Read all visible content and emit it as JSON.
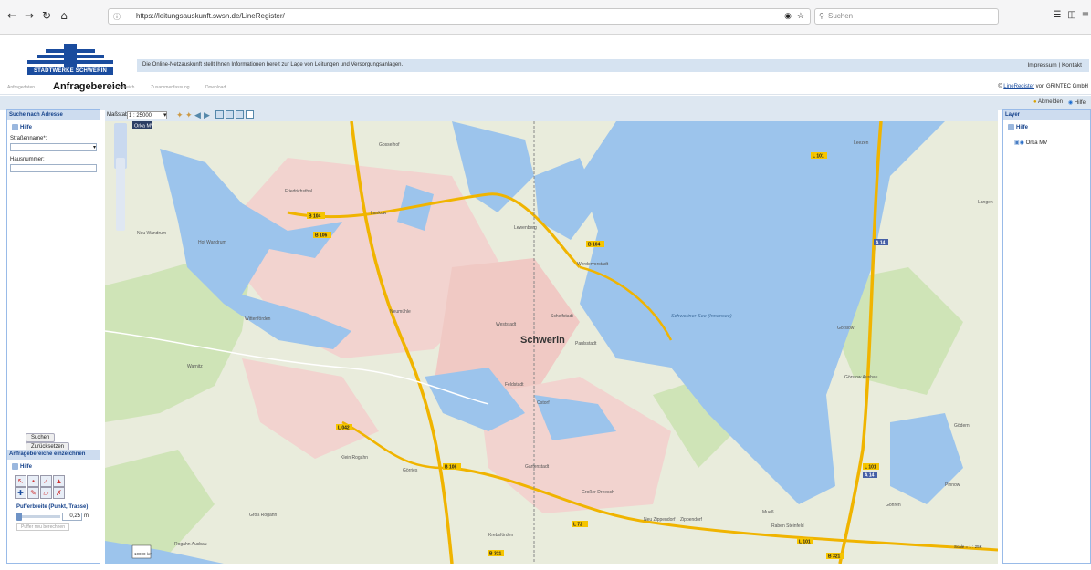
{
  "browser": {
    "url": "https://leitungsauskunft.swsn.de/LineRegister/",
    "search_placeholder": "Suchen"
  },
  "header": {
    "logo_text": "STADTWERKE SCHWERIN",
    "info": "Die Online-Netzauskunft stellt Ihnen Informationen bereit zur Lage von Leitungen und Versorgungsanlagen.",
    "impressum": "Impressum | Kontakt"
  },
  "steps": {
    "s1": "Anfragedaten",
    "cur": "Anfragebereich",
    "s3": "Druckbereich",
    "s4": "Zusammenfassung",
    "s5": "Download"
  },
  "credit": {
    "product": "LineRegister",
    "by": "von GRINTEC GmbH"
  },
  "user": {
    "logout": "Abmelden",
    "help": "Hilfe"
  },
  "left": {
    "title": "Suche nach Adresse",
    "help": "Hilfe",
    "street_label": "Straßenname*:",
    "number_label": "Hausnummer:",
    "search": "Suchen",
    "reset": "Zurücksetzen",
    "draw_title": "Anfragebereiche einzeichnen",
    "draw_help": "Hilfe",
    "buffer_label": "Pufferbreite (Punkt, Trasse)",
    "buffer_value": "0,25",
    "buffer_unit": "m",
    "buffer_btn": "Puffer neu berechnen"
  },
  "map": {
    "scale_label": "Maßstab",
    "scale_value": "1 : 25000",
    "layer_tag": "Orka MV",
    "scalebar": "10000 km",
    "places": [
      "Schwerin",
      "Schweriner See (Innensee)",
      "Neu Wandrum",
      "Hof Wandrum",
      "Wittenförden",
      "Friedrichsthal",
      "Lankow",
      "Lewenberg",
      "Werdervorstadt",
      "Schelfstadt",
      "Zippendorf",
      "Großer Dreesch",
      "Görries",
      "Krebsförden",
      "Gödern",
      "Raben Steinfeld",
      "Leezen",
      "Gorslow",
      "Göhren",
      "Gosselhof",
      "Klein Rogahn",
      "Groß Rogahn",
      "Rogahn Ausbau",
      "Pinnow",
      "Görslow Ausbau",
      "Neumühle",
      "Weststadt",
      "Feldstadt",
      "Ostorf",
      "Paulsstadt",
      "Mueß",
      "Neu Zippendorf",
      "Gartenstadt",
      "Warnitz",
      "Langen"
    ],
    "roads": [
      "B 104",
      "B 106",
      "B 104",
      "L 042",
      "B 106",
      "L 72",
      "B 321",
      "A 14",
      "L 101",
      "A 14",
      "L 101",
      "L 101",
      "B 321"
    ],
    "lake_label": "Schweriner See (Innensee)",
    "copyright": "Scale = 1 : 25K"
  },
  "right": {
    "title": "Layer",
    "help": "Hilfe",
    "layer": "Orka MV"
  }
}
